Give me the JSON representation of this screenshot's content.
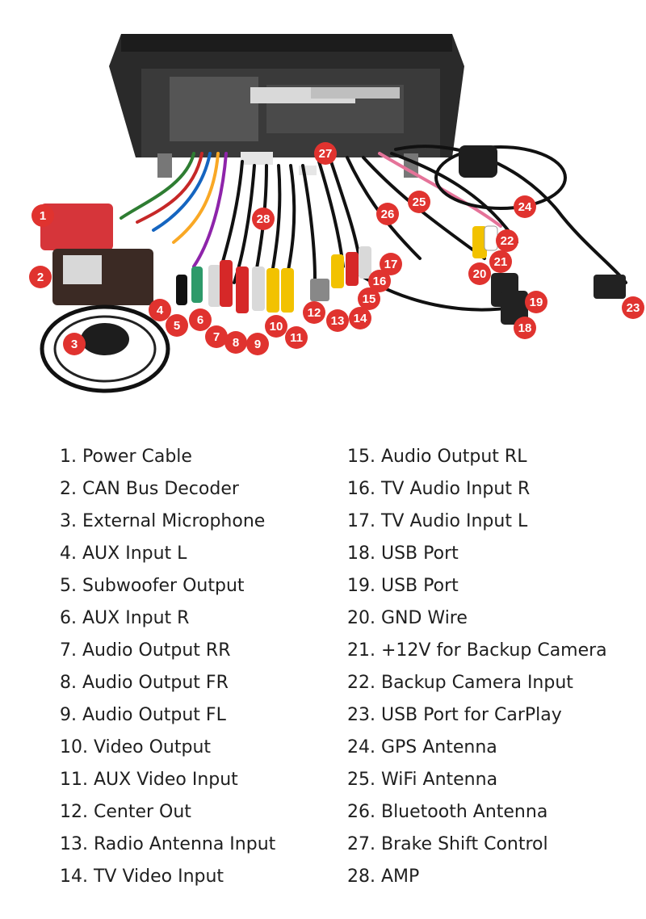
{
  "markers": [
    "1",
    "2",
    "3",
    "4",
    "5",
    "6",
    "7",
    "8",
    "9",
    "10",
    "11",
    "12",
    "13",
    "14",
    "15",
    "16",
    "17",
    "18",
    "19",
    "20",
    "21",
    "22",
    "23",
    "24",
    "25",
    "26",
    "27",
    "28"
  ],
  "legend": {
    "left": [
      "1. Power Cable",
      "2. CAN Bus Decoder",
      "3. External Microphone",
      "4. AUX Input L",
      "5. Subwoofer Output",
      "6. AUX Input R",
      "7. Audio Output RR",
      "8. Audio Output FR",
      "9. Audio Output FL",
      "10. Video Output",
      "11. AUX Video Input",
      "12. Center Out",
      "13. Radio Antenna Input",
      "14. TV Video Input"
    ],
    "right": [
      "15. Audio Output RL",
      "16. TV Audio Input R",
      "17. TV Audio Input L",
      "18. USB Port",
      "19. USB Port",
      "20. GND Wire",
      "21. +12V for Backup Camera",
      "22. Backup Camera Input",
      "23. USB Port for CarPlay",
      "24. GPS Antenna",
      "25. WiFi Antenna",
      "26. Bluetooth Antenna",
      "27. Brake Shift Control",
      "28. AMP"
    ]
  },
  "colors": {
    "marker": "#e0332f",
    "text": "#1f1f1f",
    "background": "#ffffff"
  }
}
